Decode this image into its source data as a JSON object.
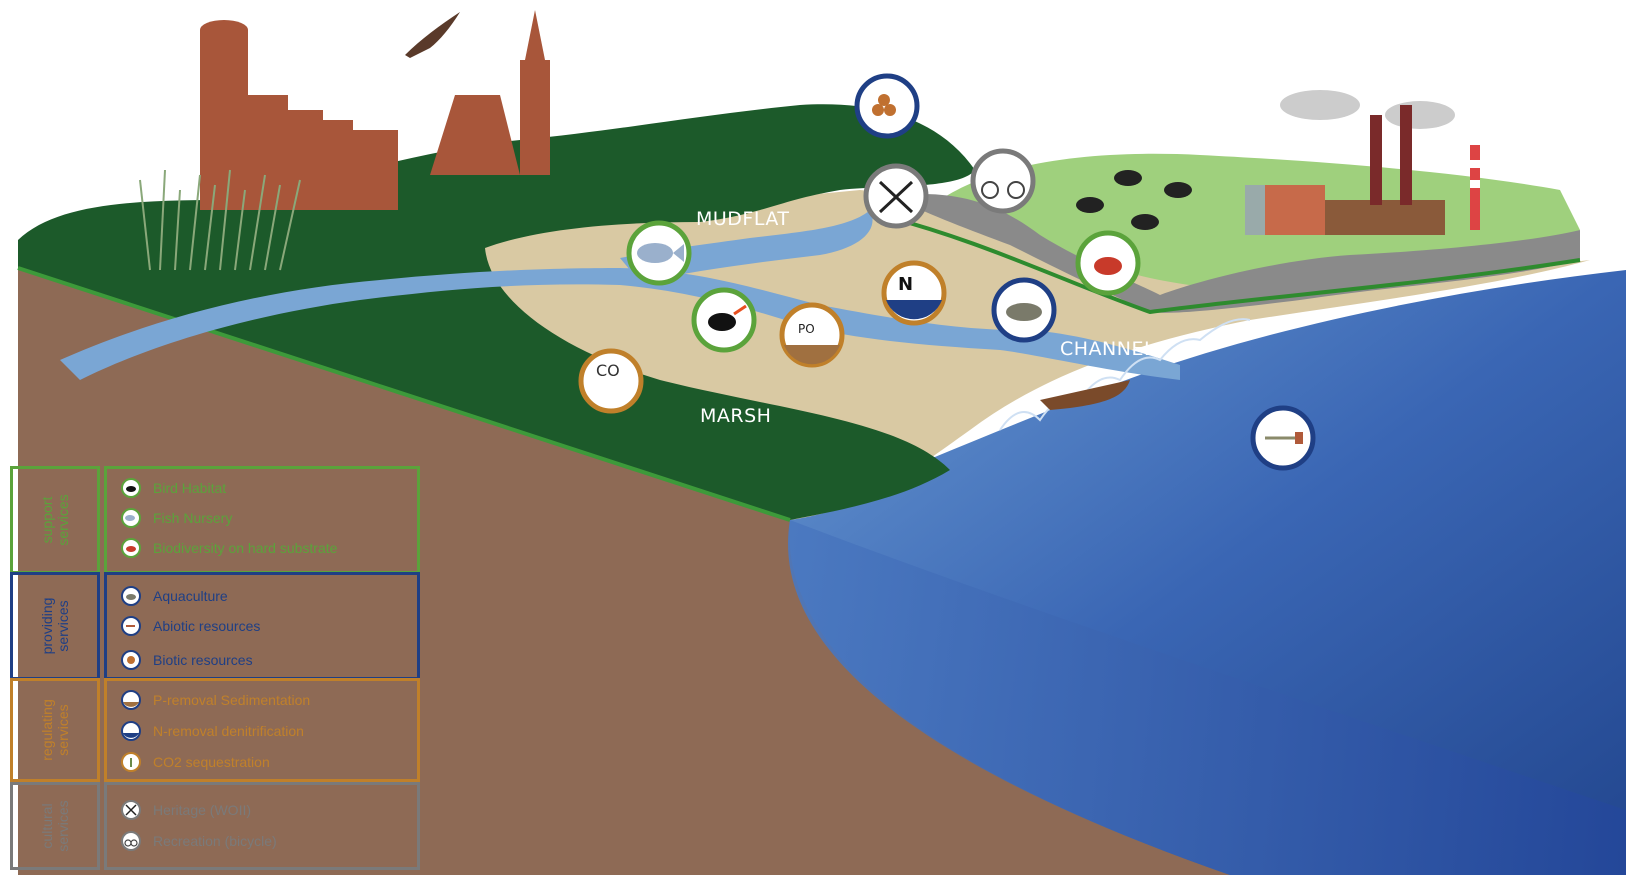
{
  "zones": {
    "mudflat": "MUDFLAT",
    "marsh": "MARSH",
    "channel": "CHANNEL"
  },
  "colors": {
    "support": "#5ba33b",
    "providing": "#1f3f85",
    "regulating": "#c0802a",
    "cultural": "#7a7a7a",
    "marsh_green": "#1c5a2a",
    "mudflat_sand": "#d9c9a3",
    "water": "#7aa6d4",
    "sea": "#2e56a4",
    "soil": "#8e6a55"
  },
  "scene_icons": [
    "timber-icon",
    "sword-icon",
    "bicycle-icon",
    "fish-icon",
    "oystercatcher-icon",
    "phosphate-icon",
    "nitrate-icon",
    "mussel-icon",
    "crab-icon",
    "co2-icon",
    "abiotic-resources-icon"
  ],
  "legend": {
    "support": {
      "category": "support\nservices",
      "items": [
        {
          "label": "Bird Habitat",
          "icon": "bird-icon"
        },
        {
          "label": "Fish Nursery",
          "icon": "fish-icon"
        },
        {
          "label": "Biodiversity on hard substrate",
          "icon": "crab-icon"
        }
      ]
    },
    "providing": {
      "category": "providing\nservices",
      "items": [
        {
          "label": "Aquaculture",
          "icon": "mussel-icon"
        },
        {
          "label": "Abiotic resources",
          "icon": "arrow-icon"
        },
        {
          "label": "Biotic resources",
          "icon": "timber-icon"
        }
      ]
    },
    "regulating": {
      "category": "regulating\nservices",
      "items": [
        {
          "label": "P-removal Sedimentation",
          "icon": "phosphate-icon"
        },
        {
          "label": "N-removal denitrification",
          "icon": "nitrate-icon"
        },
        {
          "label": "CO2 sequestration",
          "icon": "co2-icon"
        }
      ]
    },
    "cultural": {
      "category": "cultural\nservices",
      "items": [
        {
          "label": "Heritage (WOII)",
          "icon": "sword-icon"
        },
        {
          "label": "Recreation (bicycle)",
          "icon": "bicycle-icon"
        }
      ]
    }
  }
}
